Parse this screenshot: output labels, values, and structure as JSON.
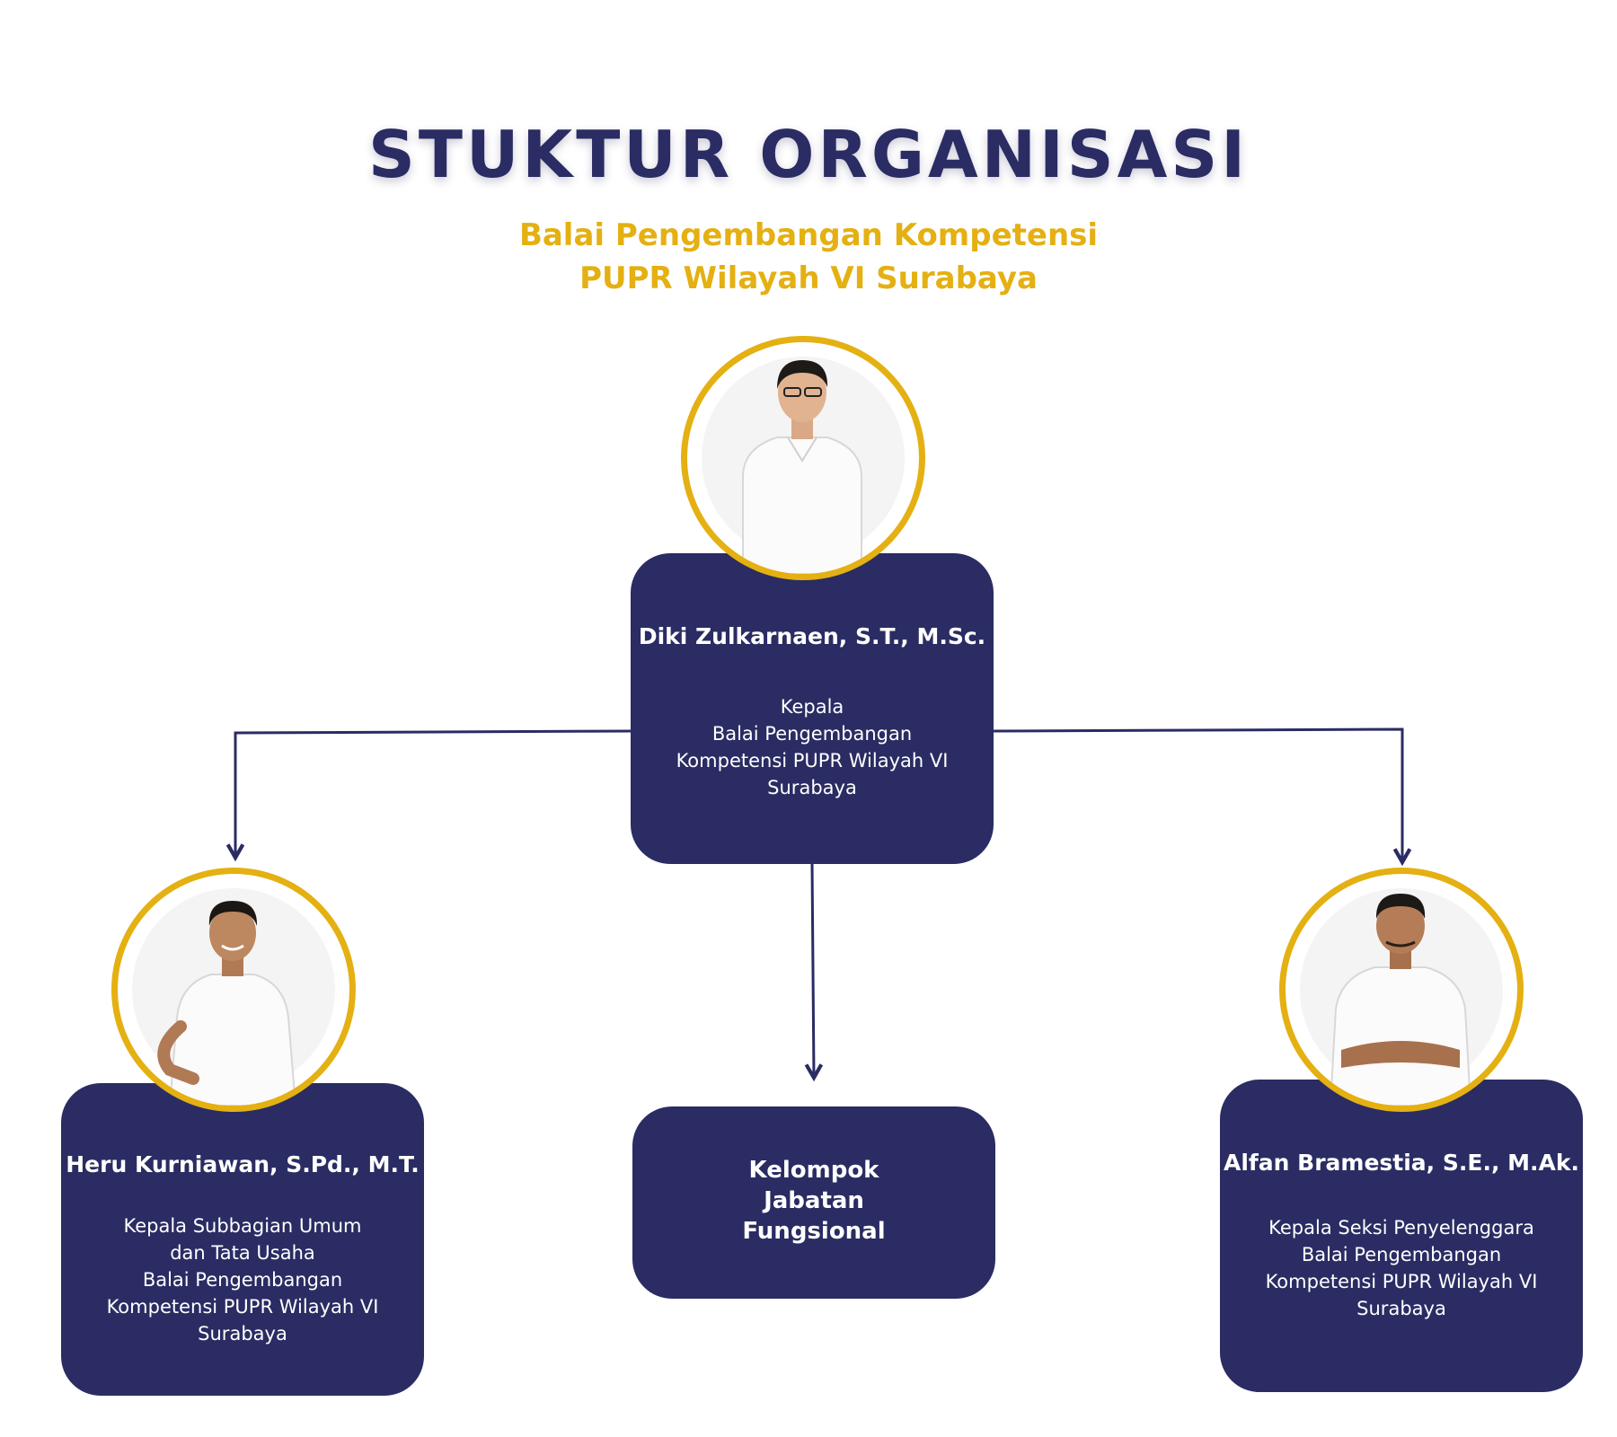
{
  "title": "STUKTUR ORGANISASI",
  "subtitle": {
    "line1": "Balai Pengembangan Kompetensi",
    "line2": "PUPR Wilayah VI Surabaya"
  },
  "colors": {
    "navy": "#2a2c63",
    "gold": "#e4b012",
    "white": "#ffffff"
  },
  "head": {
    "name": "Diki Zulkarnaen, S.T., M.Sc.",
    "role_lines": [
      "Kepala",
      "Balai Pengembangan",
      "Kompetensi PUPR Wilayah VI",
      "Surabaya"
    ]
  },
  "left": {
    "name": "Heru Kurniawan, S.Pd., M.T.",
    "role_lines": [
      "Kepala Subbagian Umum",
      "dan Tata Usaha",
      "Balai Pengembangan",
      "Kompetensi PUPR Wilayah VI",
      "Surabaya"
    ]
  },
  "right": {
    "name": "Alfan Bramestia, S.E., M.Ak.",
    "role_lines": [
      "Kepala Seksi Penyelenggara",
      "Balai Pengembangan",
      "Kompetensi PUPR Wilayah VI",
      "Surabaya"
    ]
  },
  "group": {
    "label_lines": [
      "Kelompok",
      "Jabatan",
      "Fungsional"
    ]
  }
}
